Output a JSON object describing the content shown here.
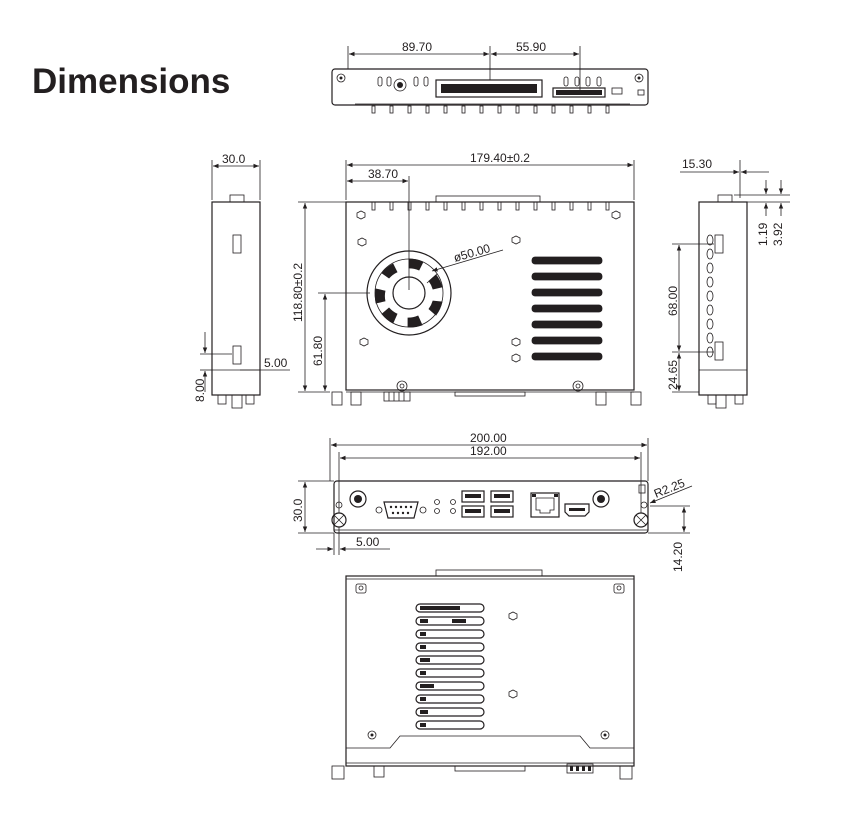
{
  "title": "Dimensions",
  "colors": {
    "ink": "#231f20",
    "background": "#ffffff"
  },
  "views": {
    "top_panel": {
      "dim_left": "89.70",
      "dim_right": "55.90"
    },
    "left_side": {
      "width": "30.0",
      "offset": "5.00",
      "height_low": "8.00"
    },
    "front": {
      "width_total": "179.40±0.2",
      "fan_offset": "38.70",
      "fan_diameter": "ø50.00",
      "height_total": "118.80±0.2",
      "fan_height": "61.80"
    },
    "right_side": {
      "offset": "15.30",
      "dim_small_a": "1.19",
      "dim_small_b": "3.92",
      "span": "68.00",
      "low": "24.65"
    },
    "rear": {
      "width_outer": "200.00",
      "width_inner": "192.00",
      "height": "30.0",
      "edge_offset": "5.00",
      "radius": "R2.25",
      "hole_height": "14.20"
    },
    "icons": [
      "fan-icon",
      "screw-icon",
      "usb-port-icon",
      "vga-port-icon",
      "lan-port-icon",
      "hdmi-port-icon",
      "antenna-connector-icon",
      "vent-grill-icon",
      "foot-icon"
    ]
  }
}
